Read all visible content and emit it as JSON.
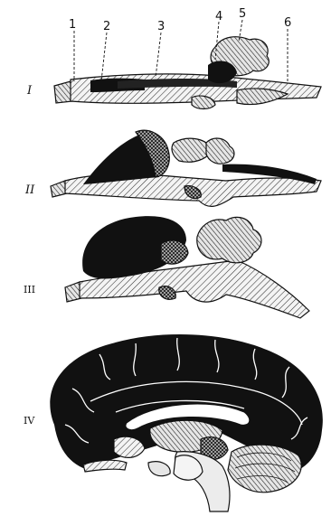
{
  "figure": {
    "part_numbers": [
      "1",
      "2",
      "3",
      "4",
      "5",
      "6"
    ],
    "stage_labels": [
      "I",
      "II",
      "III",
      "IV"
    ]
  },
  "colors": {
    "ink": "#111111",
    "paper": "#ffffff",
    "hatch_light": "#dcdcdc"
  }
}
